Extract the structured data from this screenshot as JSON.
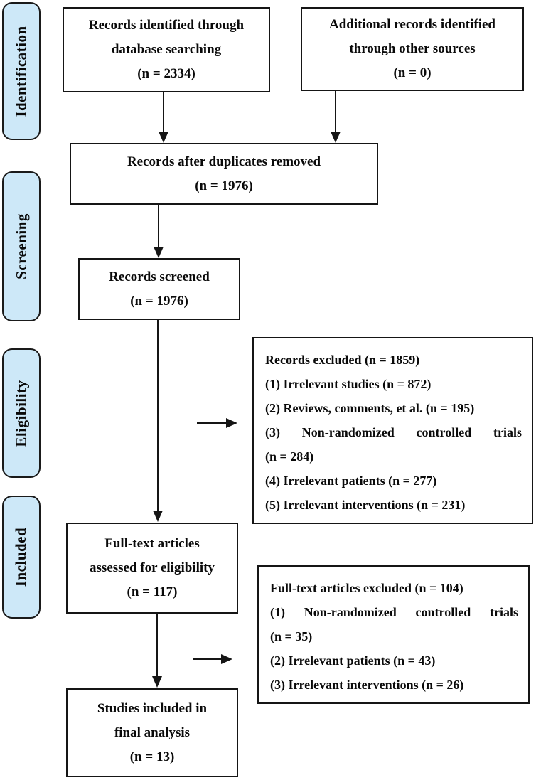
{
  "colors": {
    "stage_fill": "#cde8f8",
    "line_color": "#151515"
  },
  "stages": {
    "labels": [
      "Identification",
      "Screening",
      "Eligibility",
      "Included"
    ]
  },
  "boxes": {
    "identified": {
      "lines": [
        "Records identified through",
        "database searching",
        "(n = 2334)"
      ]
    },
    "additional": {
      "lines": [
        "Additional records identified",
        "through other sources",
        "(n = 0)"
      ]
    },
    "duplicates_removed": {
      "lines": [
        "Records after duplicates removed",
        "(n = 1976)"
      ]
    },
    "screened": {
      "lines": [
        "Records screened",
        "(n = 1976)"
      ]
    },
    "records_excluded": {
      "lines": [
        "Records excluded (n = 1859)",
        "(1) Irrelevant studies (n = 872)",
        "(2) Reviews, comments, et al. (n = 195)",
        "(3) Non-randomized controlled trials",
        "(n = 284)",
        "(4) Irrelevant patients (n = 277)",
        "(5) Irrelevant interventions (n = 231)"
      ]
    },
    "fulltext_assessed": {
      "lines": [
        "Full-text articles",
        "assessed for eligibility",
        "(n = 117)"
      ]
    },
    "fulltext_excluded": {
      "lines": [
        "Full-text articles excluded (n = 104)",
        "(1) Non-randomized controlled trials",
        "(n = 35)",
        "(2) Irrelevant patients (n = 43)",
        "(3) Irrelevant interventions (n = 26)"
      ]
    },
    "included_final": {
      "lines": [
        "Studies included in",
        "final analysis",
        "(n = 13)"
      ]
    }
  }
}
